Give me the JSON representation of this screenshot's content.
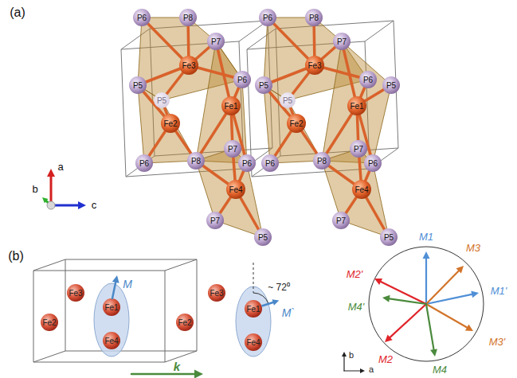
{
  "diagram": {
    "labels": [
      "(a)",
      "P6",
      "P8",
      "P7",
      "Fe3",
      "P5",
      "P6",
      "Fe1",
      "P5",
      "Fe2",
      "P6",
      "P8",
      "P7",
      "P6",
      "Fe4",
      "P7",
      "P5",
      "P6",
      "P8",
      "P7",
      "Fe3",
      "P5",
      "P6",
      "Fe1",
      "P5",
      "Fe2",
      "P6",
      "P8",
      "P7",
      "P6",
      "Fe4",
      "P7",
      "P5",
      "P5",
      "a",
      "b",
      "c",
      "(b)",
      "Fe3",
      "Fe1",
      "Fe2",
      "Fe4",
      "Fe3",
      "Fe1",
      "Fe2",
      "Fe4",
      "M",
      "~ 72⁰",
      "M`",
      "k",
      "M1",
      "M3",
      "M2'",
      "M1'",
      "M3'",
      "M4'",
      "M2",
      "M4",
      "b",
      "a"
    ]
  }
}
